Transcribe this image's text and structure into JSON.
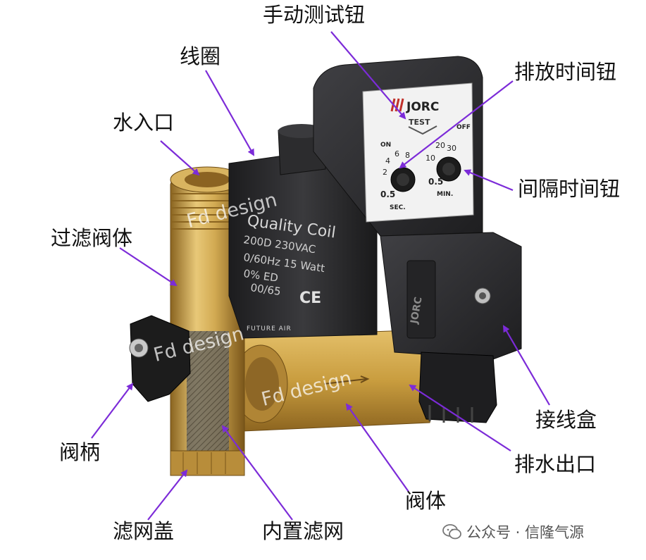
{
  "labels": {
    "manual_test_button": "手动测试钮",
    "coil": "线圈",
    "discharge_time_knob": "排放时间钮",
    "water_inlet": "水入口",
    "filter_valve_body": "过滤阀体",
    "interval_time_knob": "间隔时间钮",
    "valve_handle": "阀柄",
    "junction_box": "接线盒",
    "drain_outlet": "排水出口",
    "valve_body": "阀体",
    "filter_cap": "滤网盖",
    "internal_filter": "内置滤网"
  },
  "device_text": {
    "brand": "JORC",
    "test": "TEST",
    "on": "ON",
    "off": "OFF",
    "sec": "SEC.",
    "min": "MIN.",
    "sec_min_value": "0.5",
    "min_min_value": "0.5",
    "sec_scale": [
      "2",
      "4",
      "6",
      "8"
    ],
    "min_scale": [
      "10",
      "20",
      "30"
    ],
    "coil_line1": "Quality Coil",
    "coil_line2": "200D   230VAC",
    "coil_line3": "0/60Hz  15 Watt",
    "coil_line4": "0%  ED",
    "coil_line5": "00/65",
    "ce": "CE",
    "box_brand": "JORC"
  },
  "watermark": {
    "text": "Fd design",
    "sub": "FUTURE AIR"
  },
  "footer": {
    "source": "公众号 · 信隆气源"
  },
  "colors": {
    "arrow": "#7c2bd8",
    "brass": "#c9a24a",
    "housing": "#2b2b2d"
  }
}
